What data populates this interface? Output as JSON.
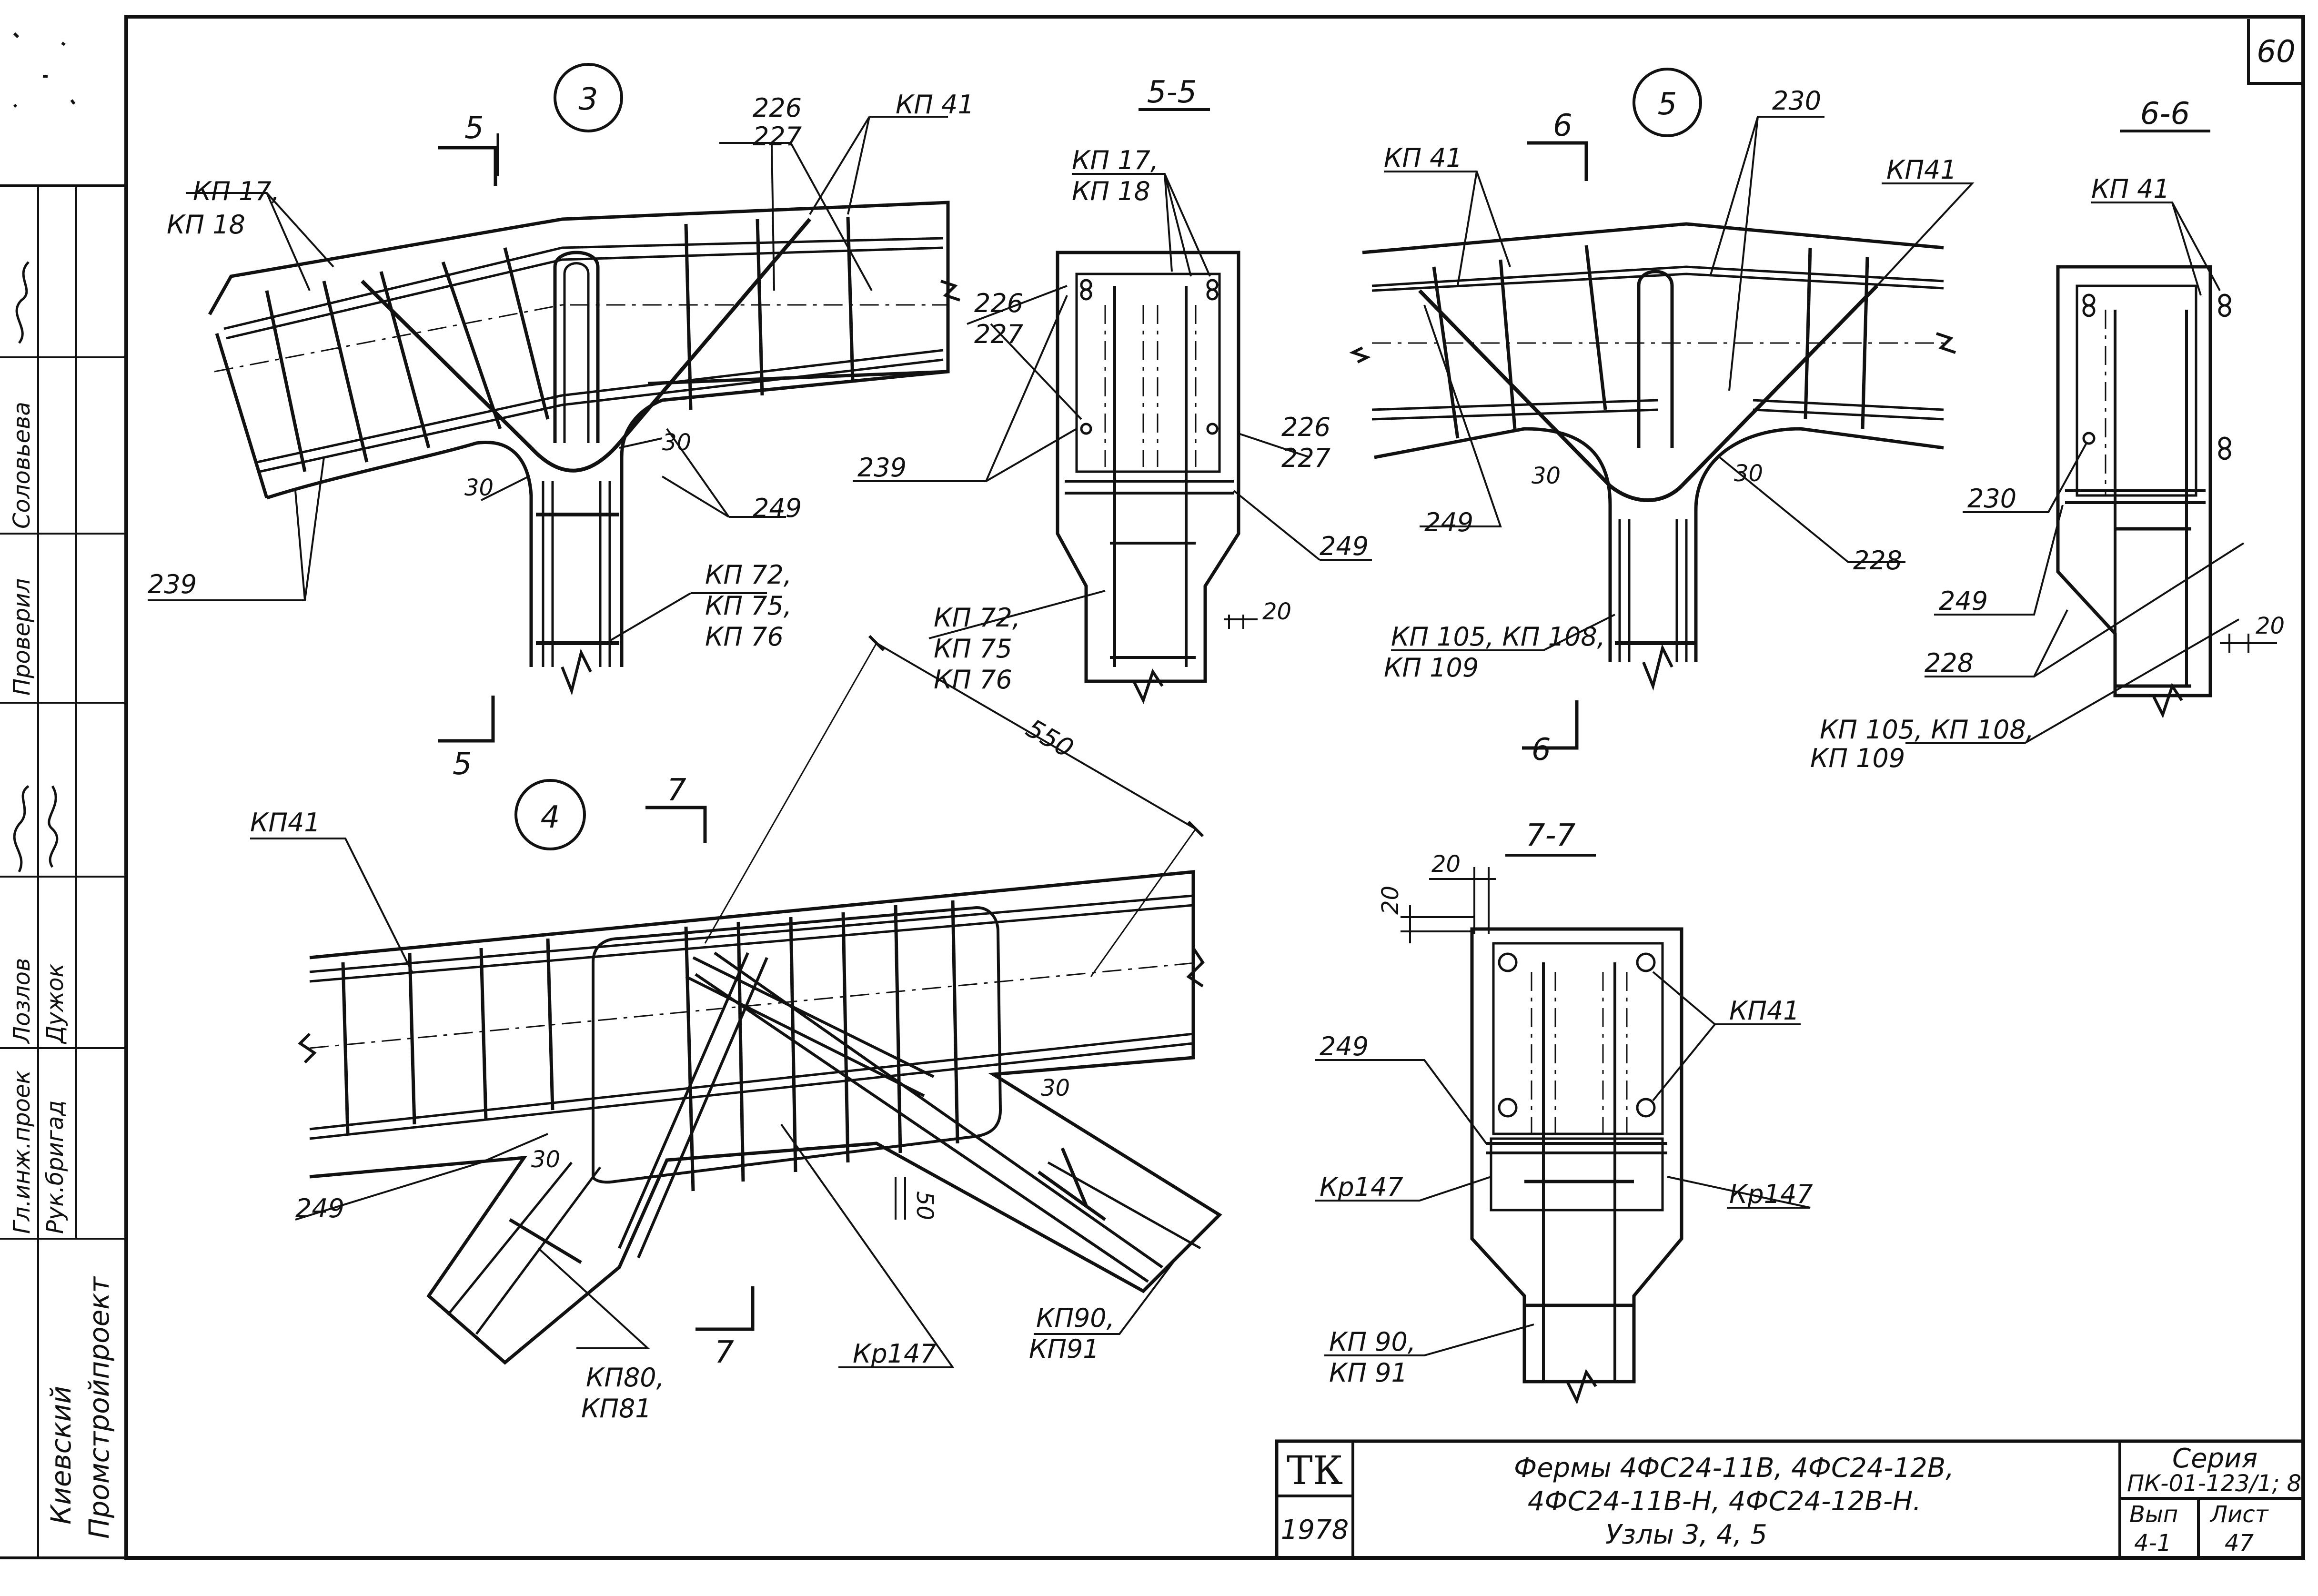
{
  "sheet_number": "60",
  "nodes": {
    "node3": {
      "mark": "3",
      "cut_mark": "5",
      "labels": {
        "kp17_18": "КП 17,",
        "kp18": "КП 18",
        "n226": "226",
        "n227": "227",
        "kp41": "КП 41",
        "n239": "239",
        "n249": "249",
        "d30a": "30",
        "d30b": "30",
        "kp72": "КП 72,",
        "kp75": "КП 75,",
        "kp76": "КП 76"
      }
    },
    "node4": {
      "mark": "4",
      "cut_mark": "7",
      "dim550": "550",
      "labels": {
        "kp41": "КП41",
        "n249": "249",
        "d30a": "30",
        "d30b": "30",
        "d50": "50",
        "kp80": "КП80,",
        "kp81": "КП81",
        "kr147": "Кр147",
        "kp90": "КП90,",
        "kp91": "КП91"
      }
    },
    "node5": {
      "mark": "5",
      "cut_mark": "6",
      "labels": {
        "kp41a": "КП 41",
        "kp41b": "КП41",
        "n230": "230",
        "n249": "249",
        "d30a": "30",
        "d30b": "30",
        "n228": "228",
        "kp105": "КП 105, КП 108,",
        "kp109": "КП 109"
      }
    }
  },
  "sections": {
    "s55": {
      "title": "5-5",
      "labels": {
        "kp17": "КП 17,",
        "kp18": "КП 18",
        "n226a": "226",
        "n227a": "227",
        "n226b": "226",
        "n227b": "227",
        "n239": "239",
        "n249": "249",
        "d20": "20",
        "kp72": "КП 72,",
        "kp75": "КП 75",
        "kp76": "КП 76"
      }
    },
    "s66": {
      "title": "6-6",
      "labels": {
        "kp41": "КП 41",
        "n230": "230",
        "n249": "249",
        "n228": "228",
        "d20": "20",
        "kp105": "КП 105, КП 108,",
        "kp109": "КП 109"
      }
    },
    "s77": {
      "title": "7-7",
      "labels": {
        "d20a": "20",
        "d20b": "20",
        "kp41": "КП41",
        "n249": "249",
        "kr147a": "Кр147",
        "kr147b": "Кр147",
        "kp90": "КП 90,",
        "kp91": "КП 91"
      }
    }
  },
  "left_strip": {
    "org": "Киевский",
    "org2": "Промстройпроект",
    "roles": [
      {
        "role": "Гл.инж.проек",
        "name": "Лозлов"
      },
      {
        "role": "Рук.бригад",
        "name": "Дужок"
      },
      {
        "role": "Проверил",
        "name": "Соловьева"
      }
    ]
  },
  "title_block": {
    "tk": "ТК",
    "year": "1978",
    "title_line1": "Фермы 4ФС24-11В, 4ФС24-12В,",
    "title_line2": "4ФС24-11В-Н, 4ФС24-12В-Н.",
    "title_line3": "Узлы 3, 4, 5",
    "series_label": "Серия",
    "series_value": "ПК-01-123/1; 8",
    "issue_label": "Вып",
    "issue_value": "4-1",
    "sheet_label": "Лист",
    "sheet_value": "47"
  }
}
